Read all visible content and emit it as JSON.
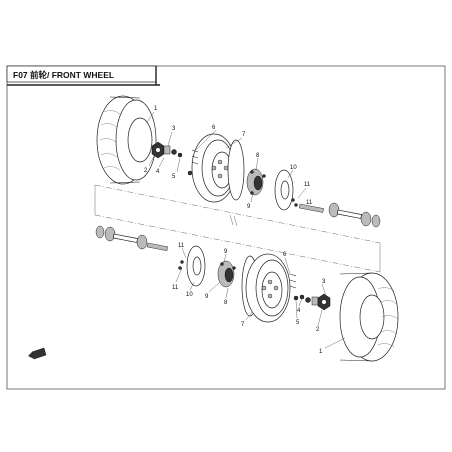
{
  "diagram": {
    "title": "F07 前轮/ FRONT WHEEL",
    "callouts": [
      {
        "id": "c1a",
        "text": "1"
      },
      {
        "id": "c2a",
        "text": "2"
      },
      {
        "id": "c3a",
        "text": "3"
      },
      {
        "id": "c4a",
        "text": "4"
      },
      {
        "id": "c5a",
        "text": "5"
      },
      {
        "id": "c6a",
        "text": "6"
      },
      {
        "id": "c7a",
        "text": "7"
      },
      {
        "id": "c8a",
        "text": "8"
      },
      {
        "id": "c9a",
        "text": "9"
      },
      {
        "id": "c10a",
        "text": "10"
      },
      {
        "id": "c11a",
        "text": "11"
      },
      {
        "id": "c11b",
        "text": "11"
      },
      {
        "id": "c11c",
        "text": "11"
      },
      {
        "id": "c11d",
        "text": "11"
      },
      {
        "id": "c10b",
        "text": "10"
      },
      {
        "id": "c9b",
        "text": "9"
      },
      {
        "id": "c9c",
        "text": "9"
      },
      {
        "id": "c8b",
        "text": "8"
      },
      {
        "id": "c6b",
        "text": "6"
      },
      {
        "id": "c5b",
        "text": "5"
      },
      {
        "id": "c4b",
        "text": "4"
      },
      {
        "id": "c3b",
        "text": "3"
      },
      {
        "id": "c2b",
        "text": "2"
      },
      {
        "id": "c7b",
        "text": "7"
      },
      {
        "id": "c1b",
        "text": "1"
      }
    ]
  }
}
